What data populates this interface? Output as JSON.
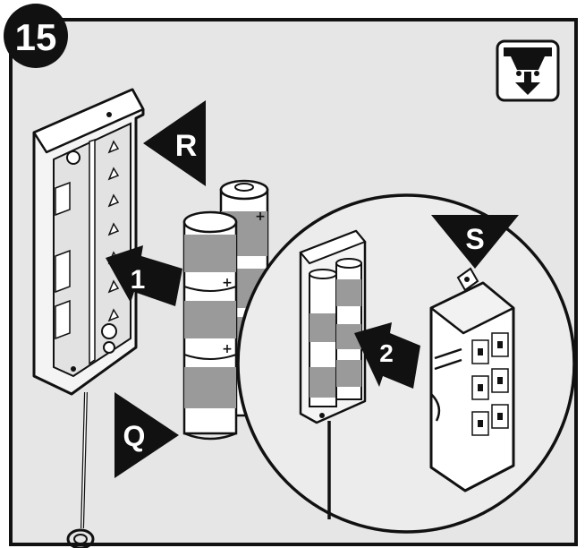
{
  "step": {
    "number": "15"
  },
  "labels": {
    "r": "R",
    "q": "Q",
    "s": "S",
    "arrow_1": "1",
    "arrow_2": "2"
  },
  "battery": {
    "terminal_mark": "+"
  },
  "corner_icon": {
    "name": "ceiling-mount-icon"
  },
  "colors": {
    "panel_background": "#e6e6e6",
    "battery_gray": "#9a9a9a",
    "outline": "#111111",
    "label_fill": "#111111"
  }
}
